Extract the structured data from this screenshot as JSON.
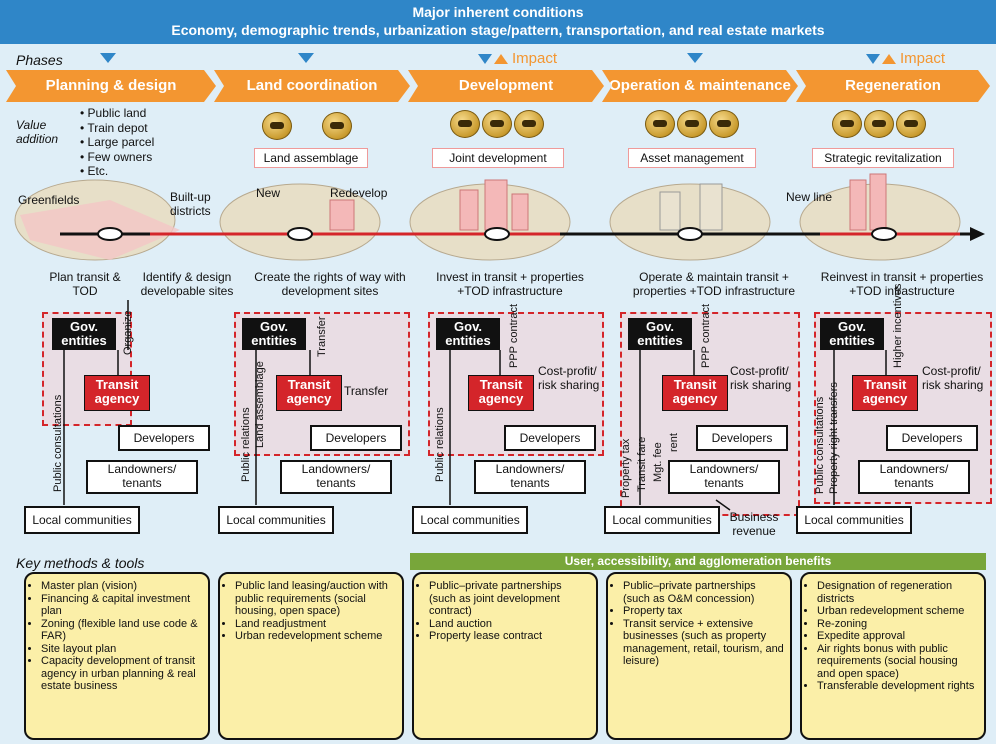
{
  "header": {
    "title": "Major inherent conditions",
    "subtitle": "Economy, demographic trends, urbanization stage/pattern, transportation, and real estate markets"
  },
  "phases_label": "Phases",
  "impact_label": "Impact",
  "phases": [
    "Planning & design",
    "Land coordination",
    "Development",
    "Operation & maintenance",
    "Regeneration"
  ],
  "value_addition_label": "Value addition",
  "site_types": [
    "Public land",
    "Train depot",
    "Large parcel",
    "Few owners",
    "Etc."
  ],
  "value_boxes": [
    "Land assemblage",
    "Joint development",
    "Asset management",
    "Strategic revitalization"
  ],
  "scene_labels": {
    "greenfields": "Greenfields",
    "built_up": "Built-up districts",
    "new": "New",
    "redevelop": "Redevelop",
    "new_line": "New line",
    "higher": "Higher incentives"
  },
  "actions": [
    "Plan transit & TOD",
    "Identify & design developable sites",
    "Create the rights of way with development sites",
    "Invest in transit + properties +TOD infrastructure",
    "Operate & maintain transit + properties +TOD infrastructure",
    "Reinvest in transit + properties +TOD infrastructure"
  ],
  "actors": {
    "gov": "Gov. entities",
    "transit": "Transit agency",
    "developers": "Developers",
    "landowners": "Landowners/ tenants",
    "communities": "Local communities"
  },
  "arrow_labels": {
    "organize": "Organize",
    "public_consultations": "Public consultations",
    "transfer": "Transfer",
    "public_relations": "Public relations",
    "land_assemblage": "Land assemblage",
    "ppp_contract": "PPP contract",
    "cost_profit": "Cost-profit/ risk sharing",
    "property_tax": "Property tax",
    "transit_fare": "Transit fare",
    "mgt_fee": "Mgt. fee",
    "rent": "rent",
    "business_revenue": "Business revenue",
    "property_right_transfers": "Property right transfers"
  },
  "key_methods_label": "Key methods & tools",
  "benefits_bar": "User, accessibility, and agglomeration benefits",
  "tools": [
    [
      "Master plan (vision)",
      "Financing & capital investment plan",
      "Zoning (flexible land use code & FAR)",
      "Site layout plan",
      "Capacity development of transit agency in urban planning & real estate business"
    ],
    [
      "Public land leasing/auction with public requirements (social housing, open space)",
      "Land readjustment",
      "Urban redevelopment scheme"
    ],
    [
      "Public–private partnerships (such as joint development contract)",
      "Land auction",
      "Property lease contract"
    ],
    [
      "Public–private partnerships (such as O&M concession)",
      "Property tax",
      "Transit service + extensive businesses (such as property management, retail, tourism, and leisure)"
    ],
    [
      "Designation of regeneration districts",
      "Urban redevelopment scheme",
      "Re-zoning",
      "Expedite approval",
      "Air rights bonus with public requirements (social housing and open space)",
      "Transferable development rights"
    ]
  ],
  "colors": {
    "banner": "#2f86c8",
    "phase": "#f39631",
    "transit": "#d4252a",
    "green": "#78a63a",
    "tool_bg": "#fbefa8"
  }
}
